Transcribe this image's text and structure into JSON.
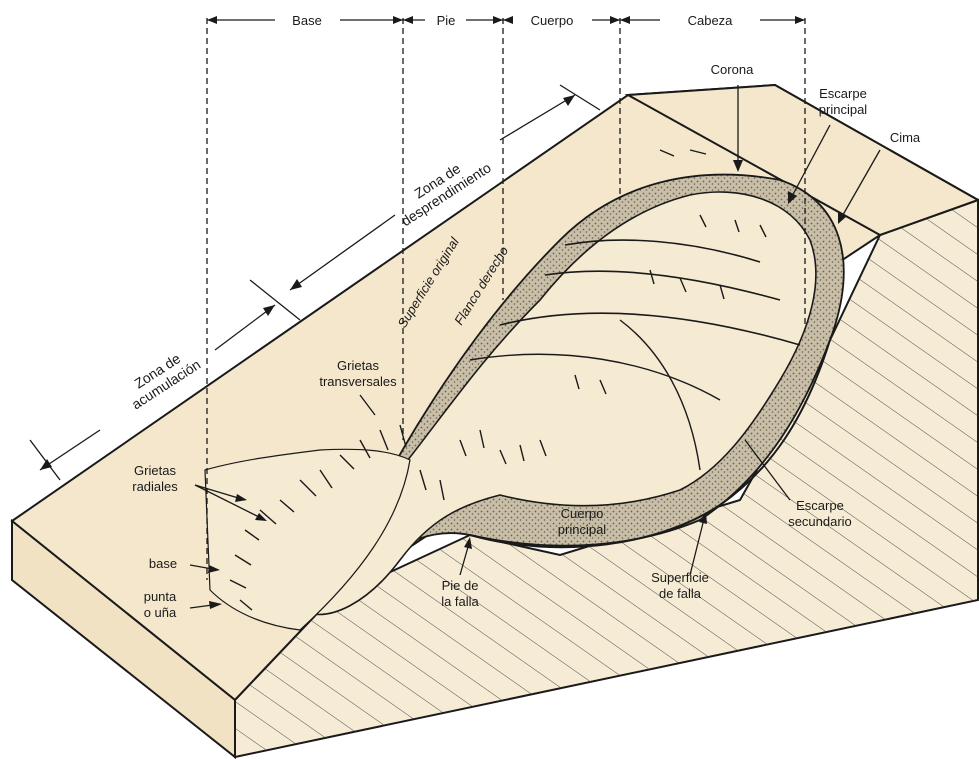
{
  "diagram": {
    "colors": {
      "ground": "#f4e7cc",
      "ground_side": "#f3e5c7",
      "scarp_fill": "#b9ae96",
      "ink": "#1a1a1a"
    },
    "top_labels": {
      "base": "Base",
      "pie": "Pie",
      "cuerpo": "Cuerpo",
      "cabeza": "Cabeza"
    },
    "zones": {
      "acumulacion": [
        "Zona de",
        "acumulación"
      ],
      "desprendimiento": [
        "Zona de",
        "desprendimiento"
      ]
    },
    "slope_labels": {
      "superficie_original": "Superficie original",
      "flanco_derecho": "Flanco derecho"
    },
    "labels": {
      "corona": "Corona",
      "escarpe_principal": [
        "Escarpe",
        "principal"
      ],
      "cima": "Cima",
      "grietas_transversales": [
        "Grietas",
        "transversales"
      ],
      "grietas_radiales": [
        "Grietas",
        "radiales"
      ],
      "base": "base",
      "punta": [
        "punta",
        "o uña"
      ],
      "pie_de_la_falla": [
        "Pie de",
        "la falla"
      ],
      "cuerpo_principal": [
        "Cuerpo",
        "principal"
      ],
      "superficie_de_falla": [
        "Superficie",
        "de falla"
      ],
      "escarpe_secundario": [
        "Escarpe",
        "secundario"
      ]
    }
  }
}
